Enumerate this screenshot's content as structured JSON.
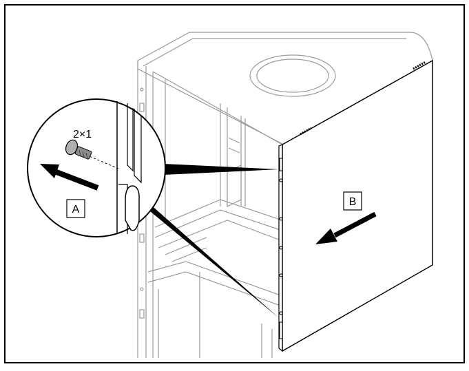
{
  "figure": {
    "callout_a": "A",
    "callout_b": "B",
    "screw_quantity": "2×1"
  },
  "colors": {
    "frame": "#000000",
    "line_light": "#9a9a9a",
    "line_mid": "#777777",
    "line_dark": "#000000",
    "panel_fill": "#ffffff",
    "screw_fill": "#8c8c8c",
    "arrow": "#000000"
  }
}
